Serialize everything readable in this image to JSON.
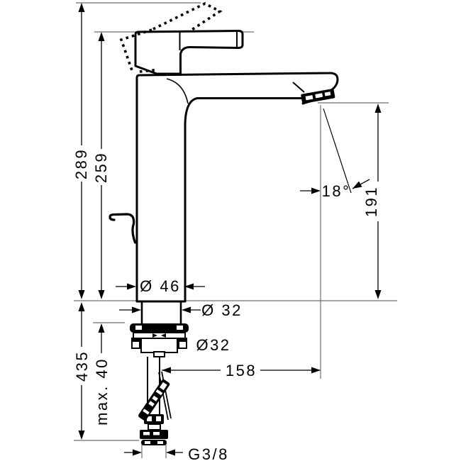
{
  "drawing": {
    "type": "technical-dimension-drawing",
    "subject": "single-lever basin mixer faucet, side elevation with installation dimensions",
    "units": "mm",
    "colors": {
      "line": "#000000",
      "extension_line": "#6e6e6e",
      "background": "#ffffff"
    },
    "labels": {
      "height_overall": "289",
      "height_to_lever": "259",
      "outlet_height": "191",
      "outlet_angle": "18°",
      "body_diameter": "Ø 46",
      "shank_diameter": "Ø 32",
      "mounting_hole_diameter": "Ø32",
      "reach": "158",
      "overall_install_height": "435",
      "max_mounting_thickness": "max. 40",
      "supply_connection": "G3/8"
    }
  }
}
